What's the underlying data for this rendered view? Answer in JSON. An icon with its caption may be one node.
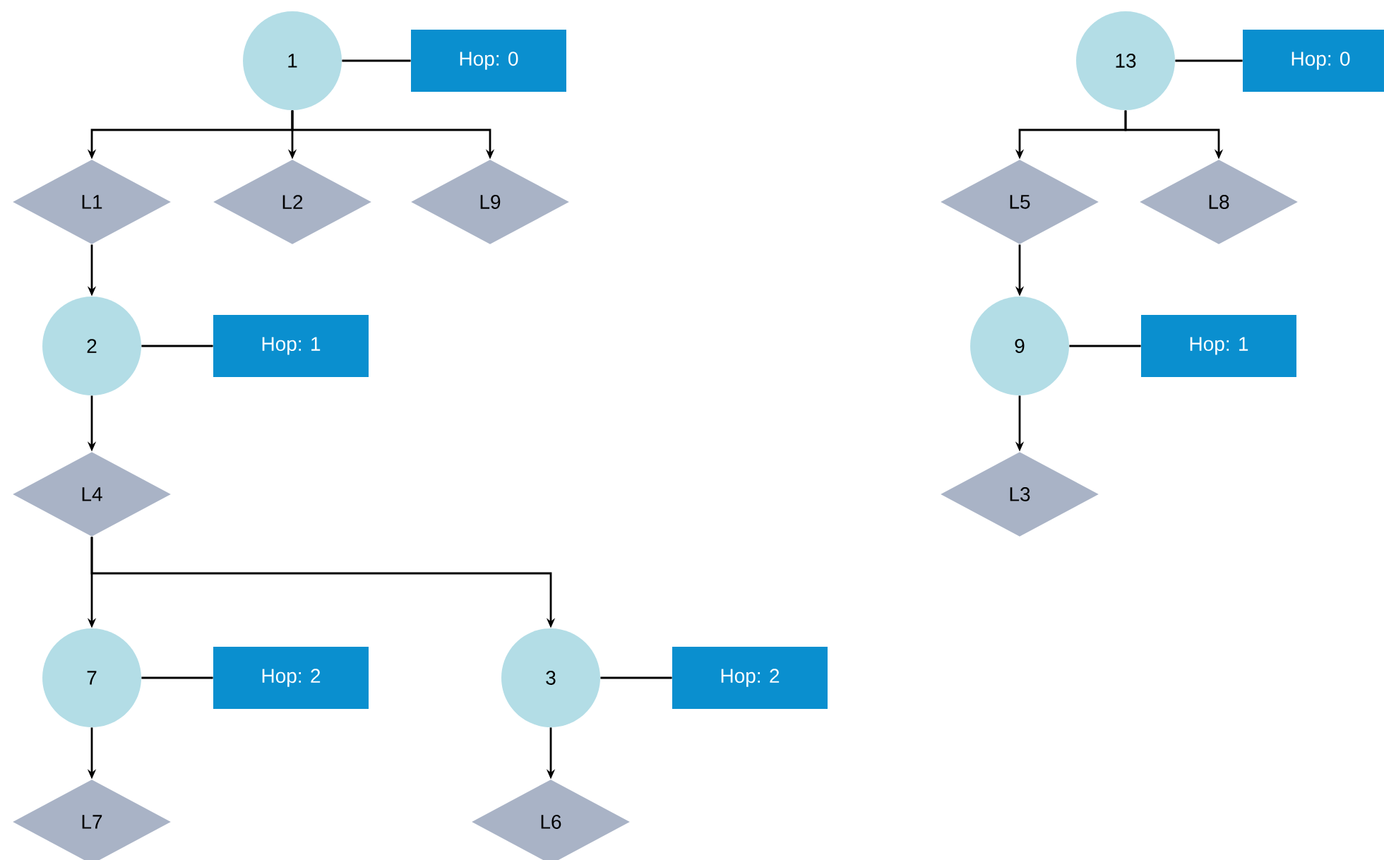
{
  "diagram": {
    "nodes": [
      {
        "text": [
          "1"
        ]
      },
      {
        "text": [
          "Hop: 0"
        ]
      },
      {
        "text": [
          "L1"
        ]
      },
      {
        "text": [
          "L2"
        ]
      },
      {
        "text": [
          "L9"
        ]
      },
      {
        "text": [
          "2"
        ]
      },
      {
        "text": [
          "Hop: 1"
        ]
      },
      {
        "text": [
          "L4"
        ]
      },
      {
        "text": [
          "7"
        ]
      },
      {
        "text": [
          "Hop: 2"
        ]
      },
      {
        "text": [
          "3"
        ]
      },
      {
        "text": [
          "Hop: 2"
        ]
      },
      {
        "text": [
          "L7"
        ]
      },
      {
        "text": [
          "L6"
        ]
      },
      {
        "text": [
          "13"
        ]
      },
      {
        "text": [
          "Hop: 0"
        ]
      },
      {
        "text": [
          "L5"
        ]
      },
      {
        "text": [
          "L8"
        ]
      },
      {
        "text": [
          "9"
        ]
      },
      {
        "text": [
          "Hop: 1"
        ]
      },
      {
        "text": [
          "L3"
        ]
      }
    ],
    "edges": [
      {
        "from": 0,
        "to": 1,
        "arrow": "none"
      },
      {
        "from": 0,
        "to": 2,
        "arrow": "to"
      },
      {
        "from": 0,
        "to": 3,
        "arrow": "to"
      },
      {
        "from": 0,
        "to": 4,
        "arrow": "to"
      },
      {
        "from": 2,
        "to": 5,
        "arrow": "to"
      },
      {
        "from": 5,
        "to": 6,
        "arrow": "none"
      },
      {
        "from": 5,
        "to": 7,
        "arrow": "to"
      },
      {
        "from": 7,
        "to": 8,
        "arrow": "to"
      },
      {
        "from": 7,
        "to": 10,
        "arrow": "to"
      },
      {
        "from": 8,
        "to": 9,
        "arrow": "none"
      },
      {
        "from": 10,
        "to": 11,
        "arrow": "none"
      },
      {
        "from": 8,
        "to": 12,
        "arrow": "to"
      },
      {
        "from": 10,
        "to": 13,
        "arrow": "to"
      },
      {
        "from": 14,
        "to": 15,
        "arrow": "none"
      },
      {
        "from": 14,
        "to": 16,
        "arrow": "to"
      },
      {
        "from": 14,
        "to": 17,
        "arrow": "to"
      },
      {
        "from": 16,
        "to": 18,
        "arrow": "to"
      },
      {
        "from": 18,
        "to": 19,
        "arrow": "none"
      },
      {
        "from": 18,
        "to": 20,
        "arrow": "to"
      }
    ]
  }
}
